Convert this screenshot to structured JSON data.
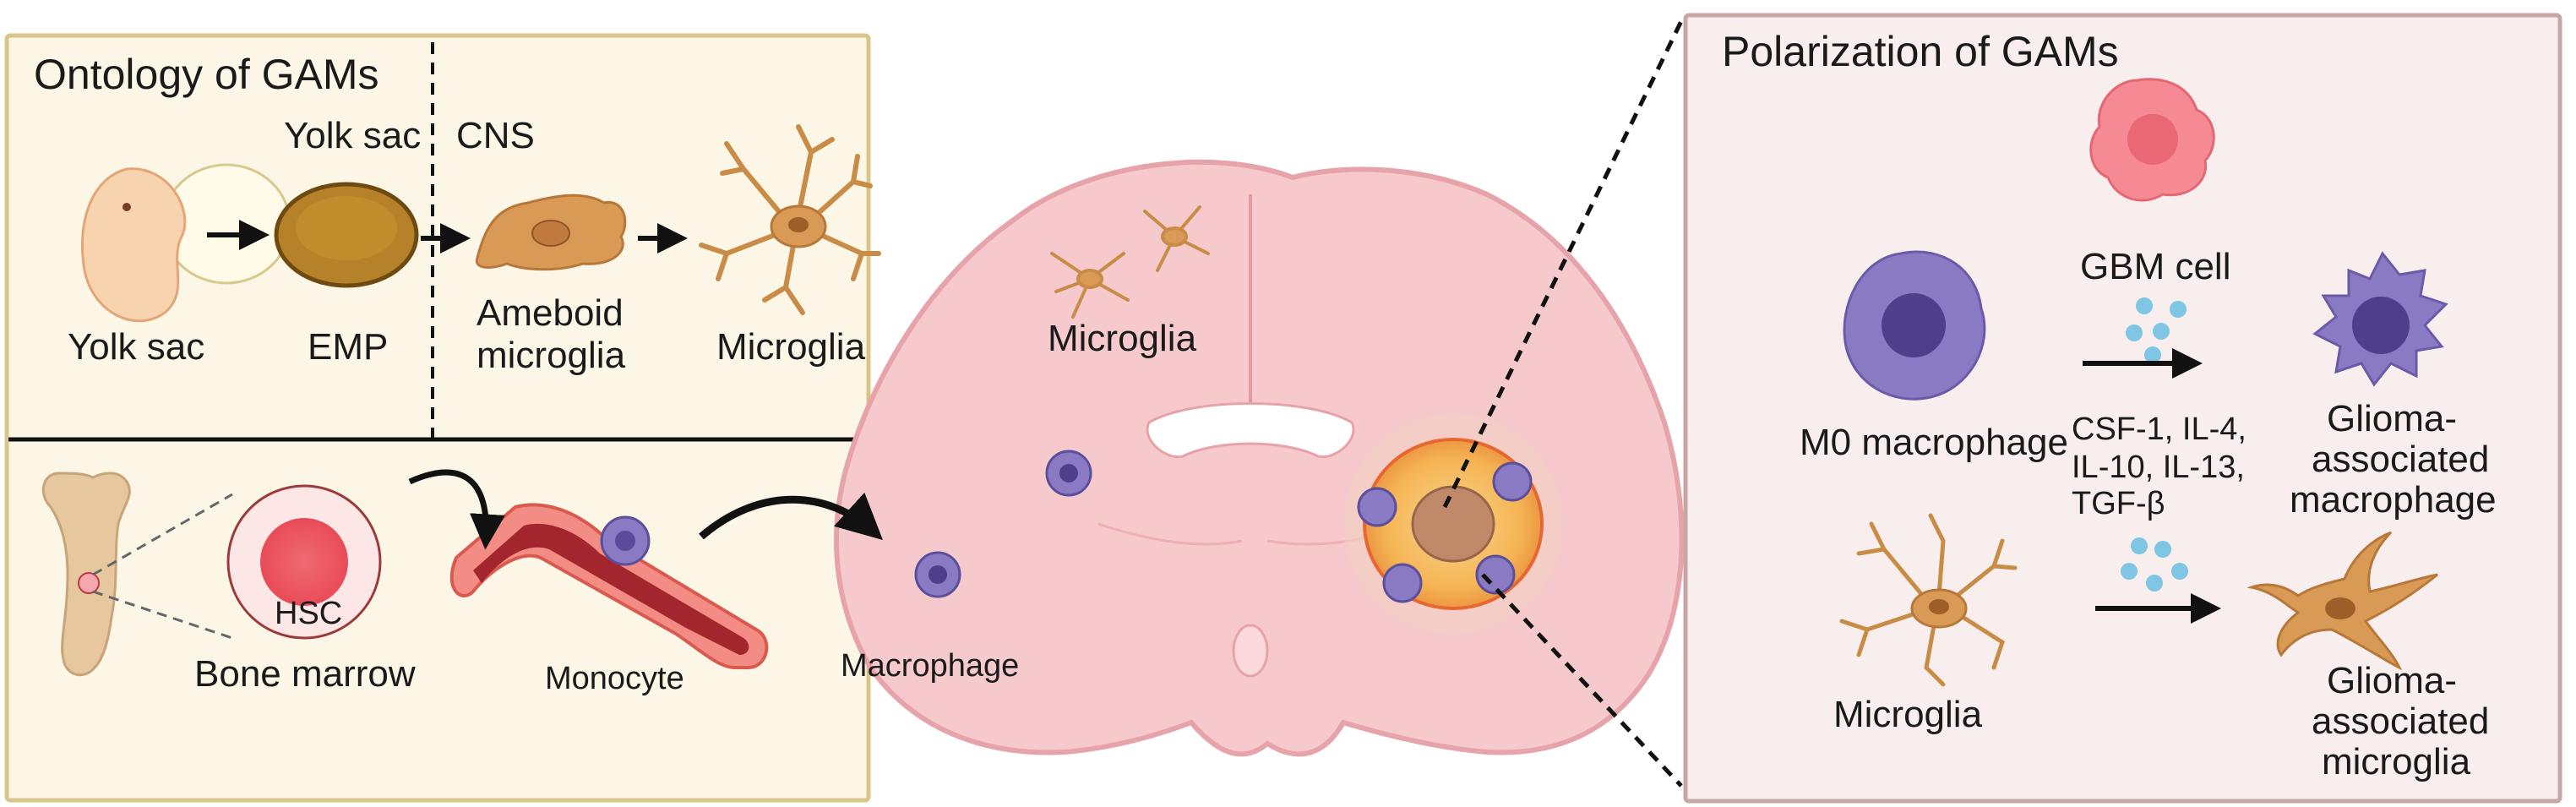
{
  "ontology": {
    "title": "Ontology of GAMs",
    "yolk_sac_header": "Yolk sac",
    "cns_header": "CNS",
    "yolk_sac_label": "Yolk sac",
    "emp_label": "EMP",
    "ameboid_line1": "Ameboid",
    "ameboid_line2": "microglia",
    "microglia_label": "Microglia",
    "hsc_label": "HSC",
    "bone_marrow_label": "Bone marrow",
    "monocyte_label": "Monocyte"
  },
  "brain": {
    "microglia_label": "Microglia",
    "macrophage_label": "Macrophage"
  },
  "polarization": {
    "title": "Polarization of GAMs",
    "gbm_cell_label": "GBM cell",
    "m0_label": "M0 macrophage",
    "cytokines": [
      "CSF-1, IL-4,",
      "IL-10, IL-13,",
      "TGF-β"
    ],
    "gam_macrophage": [
      "Glioma-",
      "associated",
      "macrophage"
    ],
    "microglia_label": "Microglia",
    "gam_microglia": [
      "Glioma-",
      "associated",
      "microglia"
    ]
  },
  "colors": {
    "panel_bg": "#fbf6e6",
    "panel_border": "#d9c48a",
    "pol_bg": "#f8eeee",
    "pol_border": "#c9a5a5",
    "brain": "#f6c9cd",
    "microglia": "#d49a4c",
    "macrophage": "#7f7fbd",
    "tumor": "#f6c36a"
  }
}
